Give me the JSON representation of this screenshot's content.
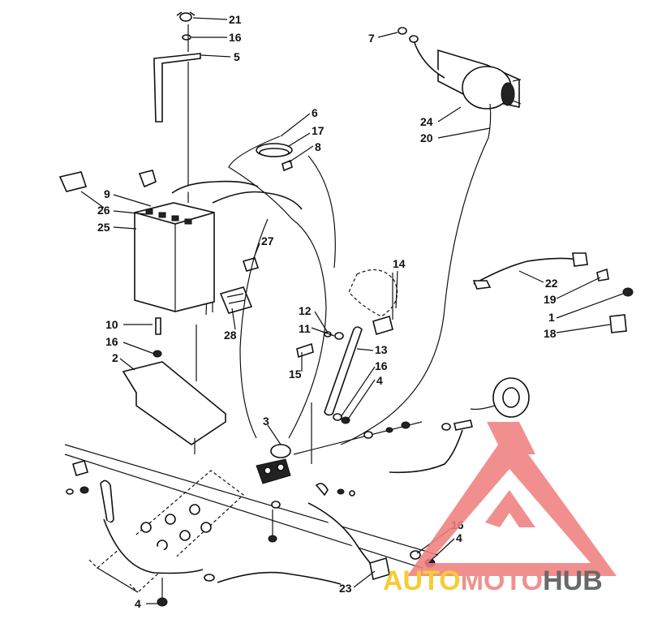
{
  "diagram": {
    "callouts": [
      {
        "id": "c21",
        "label": "21"
      },
      {
        "id": "c16a",
        "label": "16"
      },
      {
        "id": "c5",
        "label": "5"
      },
      {
        "id": "c7",
        "label": "7"
      },
      {
        "id": "c6",
        "label": "6"
      },
      {
        "id": "c17",
        "label": "17"
      },
      {
        "id": "c8",
        "label": "8"
      },
      {
        "id": "c24",
        "label": "24"
      },
      {
        "id": "c20",
        "label": "20"
      },
      {
        "id": "c9",
        "label": "9"
      },
      {
        "id": "c26",
        "label": "26"
      },
      {
        "id": "c25",
        "label": "25"
      },
      {
        "id": "c27",
        "label": "27"
      },
      {
        "id": "c14",
        "label": "14"
      },
      {
        "id": "c22",
        "label": "22"
      },
      {
        "id": "c19",
        "label": "19"
      },
      {
        "id": "c1",
        "label": "1"
      },
      {
        "id": "c18",
        "label": "18"
      },
      {
        "id": "c10",
        "label": "10"
      },
      {
        "id": "c16b",
        "label": "16"
      },
      {
        "id": "c2",
        "label": "2"
      },
      {
        "id": "c28",
        "label": "28"
      },
      {
        "id": "c12",
        "label": "12"
      },
      {
        "id": "c11",
        "label": "11"
      },
      {
        "id": "c13",
        "label": "13"
      },
      {
        "id": "c16c",
        "label": "16"
      },
      {
        "id": "c4a",
        "label": "4"
      },
      {
        "id": "c15",
        "label": "15"
      },
      {
        "id": "c3",
        "label": "3"
      },
      {
        "id": "c16d",
        "label": "16"
      },
      {
        "id": "c4b",
        "label": "4"
      },
      {
        "id": "c23",
        "label": "23"
      },
      {
        "id": "c4c",
        "label": "4"
      }
    ]
  },
  "watermark": {
    "part1": "AUTO",
    "part2": "MOTO",
    "part3": "HUB",
    "colors": {
      "logo": "#f08080",
      "part1": "#f5c518",
      "part2": "#f08080",
      "part3": "#555555"
    }
  }
}
